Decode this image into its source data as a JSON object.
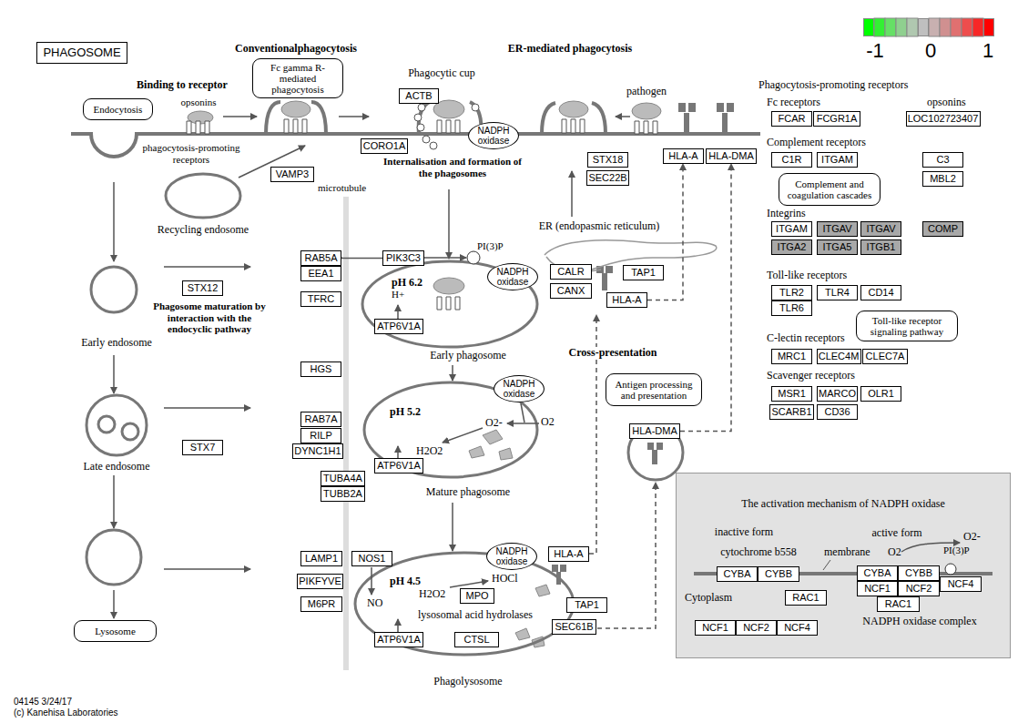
{
  "diagram": {
    "title": "PHAGOSOME",
    "nodes": [
      {
        "text": [
          "Endocytosis"
        ]
      },
      {
        "text": [
          "Fc gamma R-mediated phagocytosis"
        ]
      },
      {
        "text": [
          "ACTB"
        ]
      },
      {
        "text": [
          "NADPH oxidase"
        ]
      },
      {
        "text": [
          "CORO1A"
        ]
      },
      {
        "text": [
          "VAMP3"
        ]
      },
      {
        "text": [
          "STX18"
        ]
      },
      {
        "text": [
          "SEC22B"
        ]
      },
      {
        "text": [
          "HLA-A"
        ]
      },
      {
        "text": [
          "HLA-DMA"
        ]
      },
      {
        "text": [
          "FCAR"
        ]
      },
      {
        "text": [
          "FCGR1A"
        ]
      },
      {
        "text": [
          "LOC102723407"
        ]
      },
      {
        "text": [
          "C1R"
        ]
      },
      {
        "text": [
          "ITGAM"
        ]
      },
      {
        "text": [
          "C3"
        ]
      },
      {
        "text": [
          "Complement and coagulation cascades"
        ]
      },
      {
        "text": [
          "MBL2"
        ]
      },
      {
        "text": [
          "ITGAM"
        ]
      },
      {
        "text": [
          "ITGAV"
        ]
      },
      {
        "text": [
          "ITGAV"
        ]
      },
      {
        "text": [
          "COMP"
        ]
      },
      {
        "text": [
          "ITGA2"
        ]
      },
      {
        "text": [
          "ITGA5"
        ]
      },
      {
        "text": [
          "ITGB1"
        ]
      },
      {
        "text": [
          "RAB5A"
        ]
      },
      {
        "text": [
          "PIK3C3"
        ]
      },
      {
        "text": [
          "EEA1"
        ]
      },
      {
        "text": [
          "STX12"
        ]
      },
      {
        "text": [
          "TFRC"
        ]
      },
      {
        "text": [
          "NADPH oxidase"
        ]
      },
      {
        "text": [
          "CALR"
        ]
      },
      {
        "text": [
          "TAP1"
        ]
      },
      {
        "text": [
          "CANX"
        ]
      },
      {
        "text": [
          "HLA-A"
        ]
      },
      {
        "text": [
          "ATP6V1A"
        ]
      },
      {
        "text": [
          "TLR2"
        ]
      },
      {
        "text": [
          "TLR4"
        ]
      },
      {
        "text": [
          "CD14"
        ]
      },
      {
        "text": [
          "TLR6"
        ]
      },
      {
        "text": [
          "Toll-like receptor signaling pathway"
        ]
      },
      {
        "text": [
          "MRC1"
        ]
      },
      {
        "text": [
          "CLEC4M"
        ]
      },
      {
        "text": [
          "CLEC7A"
        ]
      },
      {
        "text": [
          "HGS"
        ]
      },
      {
        "text": [
          "NADPH oxidase"
        ]
      },
      {
        "text": [
          "Antigen processing and presentation"
        ]
      },
      {
        "text": [
          "MSR1"
        ]
      },
      {
        "text": [
          "MARCO"
        ]
      },
      {
        "text": [
          "OLR1"
        ]
      },
      {
        "text": [
          "SCARB1"
        ]
      },
      {
        "text": [
          "CD36"
        ]
      },
      {
        "text": [
          "RAB7A"
        ]
      },
      {
        "text": [
          "RILP"
        ]
      },
      {
        "text": [
          "STX7"
        ]
      },
      {
        "text": [
          "DYNC1H1"
        ]
      },
      {
        "text": [
          "HLA-DMA"
        ]
      },
      {
        "text": [
          "ATP6V1A"
        ]
      },
      {
        "text": [
          "TUBA4A"
        ]
      },
      {
        "text": [
          "TUBB2A"
        ]
      },
      {
        "text": [
          "The activation mechanism of NADPH oxidase"
        ]
      },
      {
        "text": [
          "CYBA"
        ],
        "in": 60
      },
      {
        "text": [
          "CYBB"
        ],
        "in": 60
      },
      {
        "text": [
          "CYBA"
        ],
        "in": 60
      },
      {
        "text": [
          "CYBB"
        ],
        "in": 60
      },
      {
        "text": [
          "NCF4"
        ],
        "in": 60
      },
      {
        "text": [
          "NCF1"
        ],
        "in": 60
      },
      {
        "text": [
          "NCF2"
        ],
        "in": 60
      },
      {
        "text": [
          "RAC1"
        ],
        "in": 60
      },
      {
        "text": [
          "RAC1"
        ],
        "in": 60
      },
      {
        "text": [
          "NCF1"
        ],
        "in": 60
      },
      {
        "text": [
          "NCF2"
        ],
        "in": 60
      },
      {
        "text": [
          "NCF4"
        ],
        "in": 60
      },
      {
        "text": [
          "NADPH oxidase"
        ]
      },
      {
        "text": [
          "HLA-A"
        ]
      },
      {
        "text": [
          "LAMP1"
        ]
      },
      {
        "text": [
          "NOS1"
        ]
      },
      {
        "text": [
          "PIKFYVE"
        ]
      },
      {
        "text": [
          "MPO"
        ]
      },
      {
        "text": [
          "TAP1"
        ]
      },
      {
        "text": [
          "M6PR"
        ]
      },
      {
        "text": [
          "SEC61B"
        ]
      },
      {
        "text": [
          "Lysosome"
        ]
      },
      {
        "text": [
          "ATP6V1A"
        ]
      },
      {
        "text": [
          "CTSL"
        ]
      }
    ],
    "edges": [
      {
        "from": 25,
        "to": 26,
        "arrow": "none"
      },
      {
        "from": 34,
        "to": 8,
        "arrow": "to"
      },
      {
        "from": 56,
        "to": 9,
        "arrow": "to"
      }
    ],
    "labels": [
      "Conventionalphagocytosis",
      "ER-mediated phagocytosis",
      "Binding to receptor",
      "opsonins",
      "phagocytosis-promoting receptors",
      "Recycling endosome",
      "Phagocytic cup",
      "Internalisation and formation of the phagosomes",
      "pathogen",
      "microtubule",
      "ER (endopasmic reticulum)",
      "PI(3)P",
      "pH 6.2",
      "H+",
      "Early phagosome",
      "Phagosome maturation by interaction with the endocyclic pathway",
      "Early endosome",
      "Late endosome",
      "pH 5.2",
      "O2-",
      "O2",
      "H2O2",
      "Mature phagosome",
      "Cross-presentation",
      "pH 4.5",
      "HOCl",
      "H2O2",
      "NO",
      "lysosomal acid hydrolases",
      "Phagolysosome",
      "Phagocytosis-promoting receptors",
      "Fc receptors",
      "opsonins",
      "Complement receptors",
      "Integrins",
      "Toll-like receptors",
      "C-lectin receptors",
      "Scavenger receptors",
      "04145 3/24/17",
      "(c) Kanehisa Laboratories",
      "inactive form",
      "cytochrome b558",
      "membrane",
      "Cytoplasm",
      "active form",
      "O2",
      "O2-",
      "PI(3)P",
      "NADPH oxidase complex"
    ],
    "legend": [
      {
        "text": "-1",
        "color": "#00ff00"
      },
      {
        "text": "0",
        "color": "#bfbfbf"
      },
      {
        "text": "1",
        "color": "#ff0000"
      }
    ]
  }
}
